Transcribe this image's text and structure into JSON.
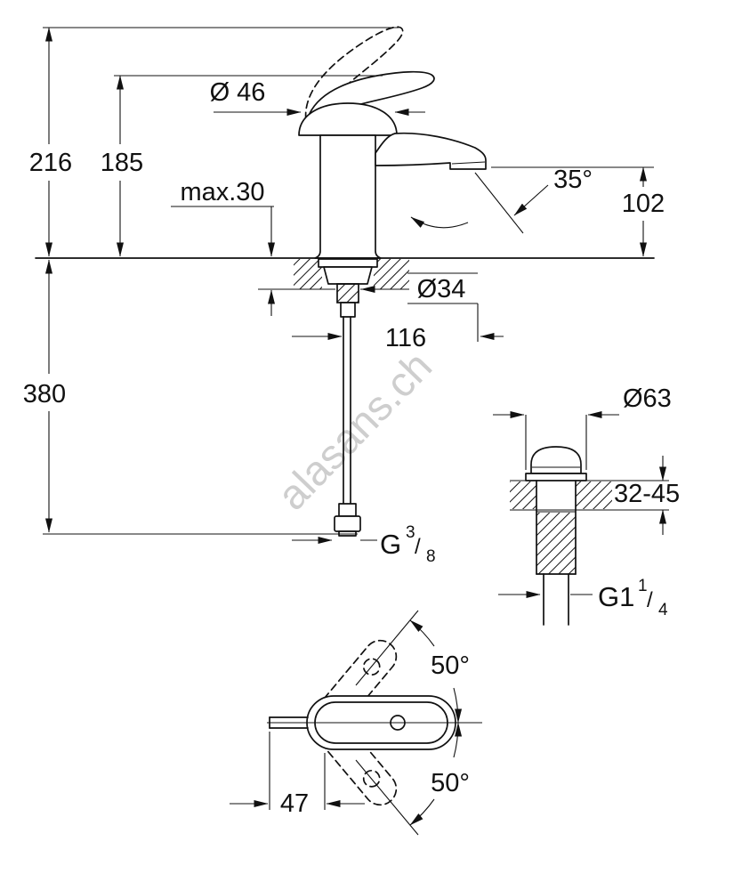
{
  "drawing": {
    "watermark": "alasans.ch",
    "colors": {
      "line": "#111111",
      "dimension": "#111111",
      "watermark": "#c9c9c9",
      "background": "#ffffff"
    },
    "front_view": {
      "total_height": "216",
      "handle_height": "185",
      "max_mounting_thickness": "max.30",
      "handle_diameter": "Ø 46",
      "spray_angle": "35°",
      "spout_height": "102",
      "shank_diameter": "Ø34",
      "spout_reach": "116",
      "hose_length": "380",
      "supply_thread": {
        "base": "G",
        "sup": "3",
        "slash": "/",
        "sub": "8"
      }
    },
    "waste_view": {
      "flange_diameter": "Ø63",
      "deck_thickness_range": "32-45",
      "waste_thread": {
        "base": "G1",
        "sup": "1",
        "slash": "/",
        "sub": "4"
      }
    },
    "top_view": {
      "swing_angle_up": "50°",
      "swing_angle_down": "50°",
      "spout_offset": "47"
    }
  }
}
